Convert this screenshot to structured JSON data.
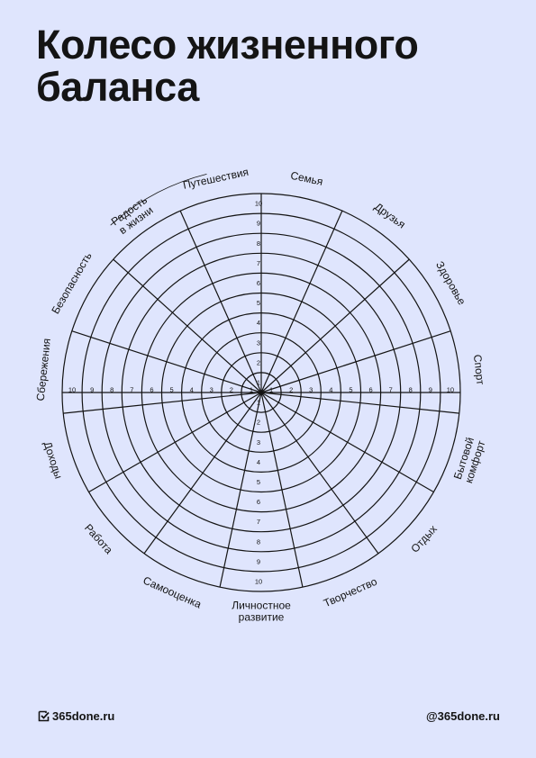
{
  "title": {
    "line1": "Колесо жизненного",
    "line2": "баланса"
  },
  "wheel": {
    "scale": [
      "1",
      "2",
      "3",
      "4",
      "5",
      "6",
      "7",
      "8",
      "9",
      "10"
    ],
    "sectors": [
      {
        "lines": [
          "Семья"
        ]
      },
      {
        "lines": [
          "Друзья"
        ]
      },
      {
        "lines": [
          "Здоровье"
        ]
      },
      {
        "lines": [
          "Спорт"
        ]
      },
      {
        "lines": [
          "Бытовой",
          "комфорт"
        ]
      },
      {
        "lines": [
          "Отдых"
        ]
      },
      {
        "lines": [
          "Творчество"
        ]
      },
      {
        "lines": [
          "Личностное",
          "развитие"
        ]
      },
      {
        "lines": [
          "Самооценка"
        ]
      },
      {
        "lines": [
          "Работа"
        ]
      },
      {
        "lines": [
          "Доходы"
        ]
      },
      {
        "lines": [
          "Сбережения"
        ]
      },
      {
        "lines": [
          "Безопасность"
        ]
      },
      {
        "lines": [
          "Радость",
          "в жизни"
        ]
      },
      {
        "lines": [
          "Путешествия"
        ]
      }
    ]
  },
  "footer": {
    "left": "365done.ru",
    "right": "@365done.ru"
  },
  "colors": {
    "background": "#dfe5fd",
    "ink": "#141414"
  }
}
